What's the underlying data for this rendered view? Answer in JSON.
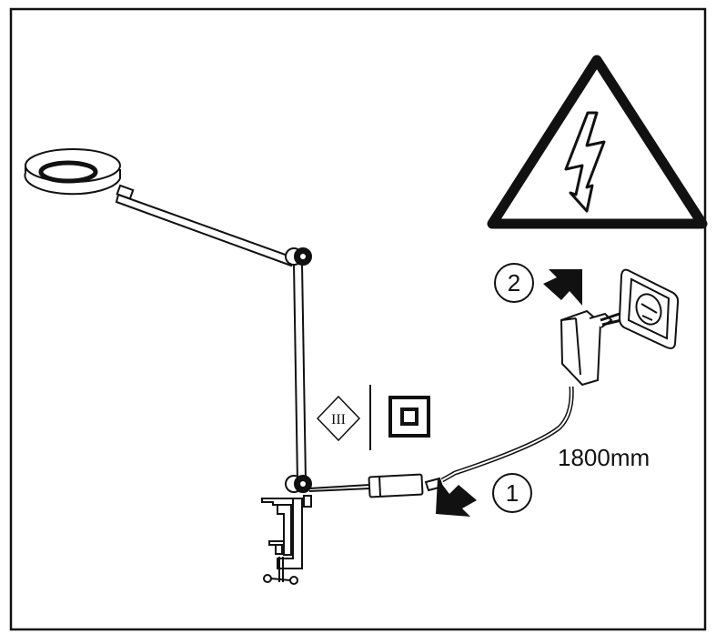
{
  "step_1": {
    "label": "1"
  },
  "step_2": {
    "label": "2"
  },
  "cable_length": "1800mm",
  "protection_class_label": "III",
  "colors": {
    "ink": "#111111",
    "background": "#ffffff"
  },
  "icons": [
    "warning-electric-triangle-icon",
    "class-iii-diamond-icon",
    "double-insulation-square-icon",
    "wall-socket-icon",
    "power-adapter-icon",
    "desk-lamp-illustration",
    "arrow-icon"
  ]
}
